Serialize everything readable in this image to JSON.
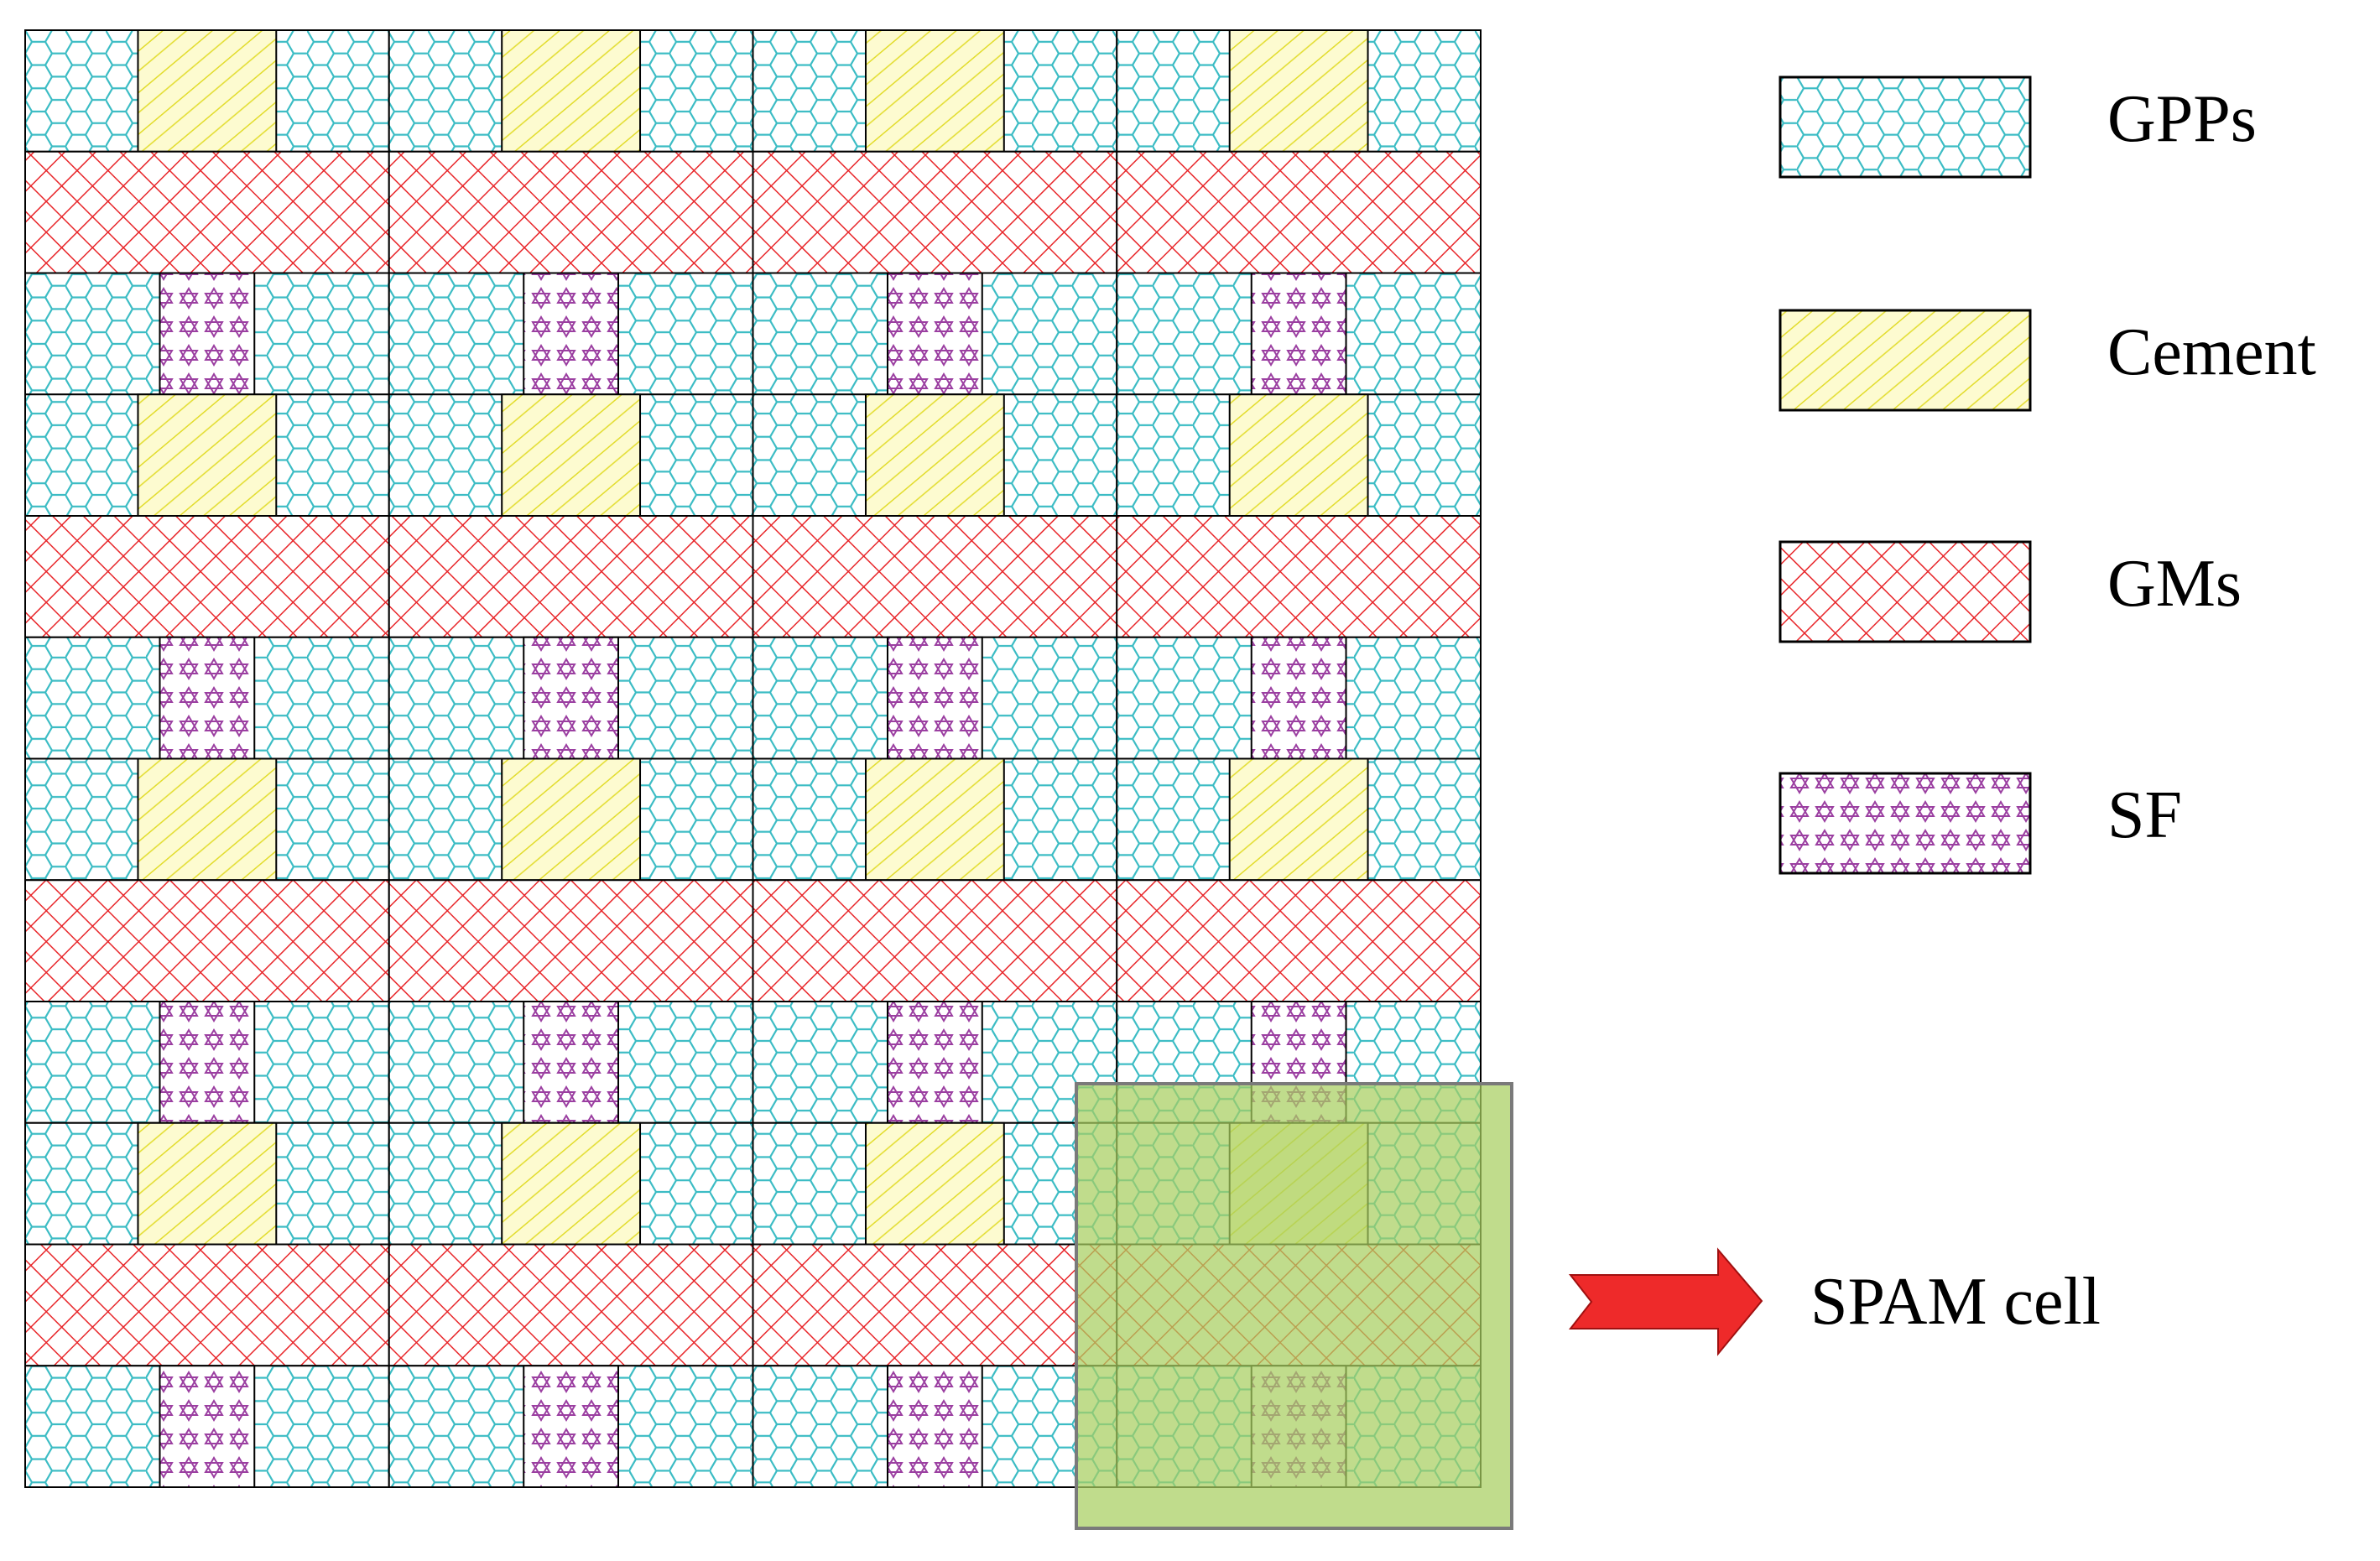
{
  "legend": [
    {
      "key": "gpps",
      "label": "GPPs",
      "pattern": "hexagon-mesh",
      "color": "#3bbcc4"
    },
    {
      "key": "cement",
      "label": "Cement",
      "pattern": "diagonal-lines-with-dots",
      "color": "#e8e23a"
    },
    {
      "key": "gms",
      "label": "GMs",
      "pattern": "crosshatch",
      "color": "#e8262a"
    },
    {
      "key": "sf",
      "label": "SF",
      "pattern": "star-mesh",
      "color": "#9b3fa1"
    }
  ],
  "spam": {
    "label": "SPAM cell",
    "fill": "#a8cf60",
    "arrow_color": "#ee2a2a"
  },
  "grid": {
    "cell_columns": 4,
    "row_pattern": [
      "cement",
      "gms",
      "sf"
    ],
    "row_repeats": 4
  }
}
